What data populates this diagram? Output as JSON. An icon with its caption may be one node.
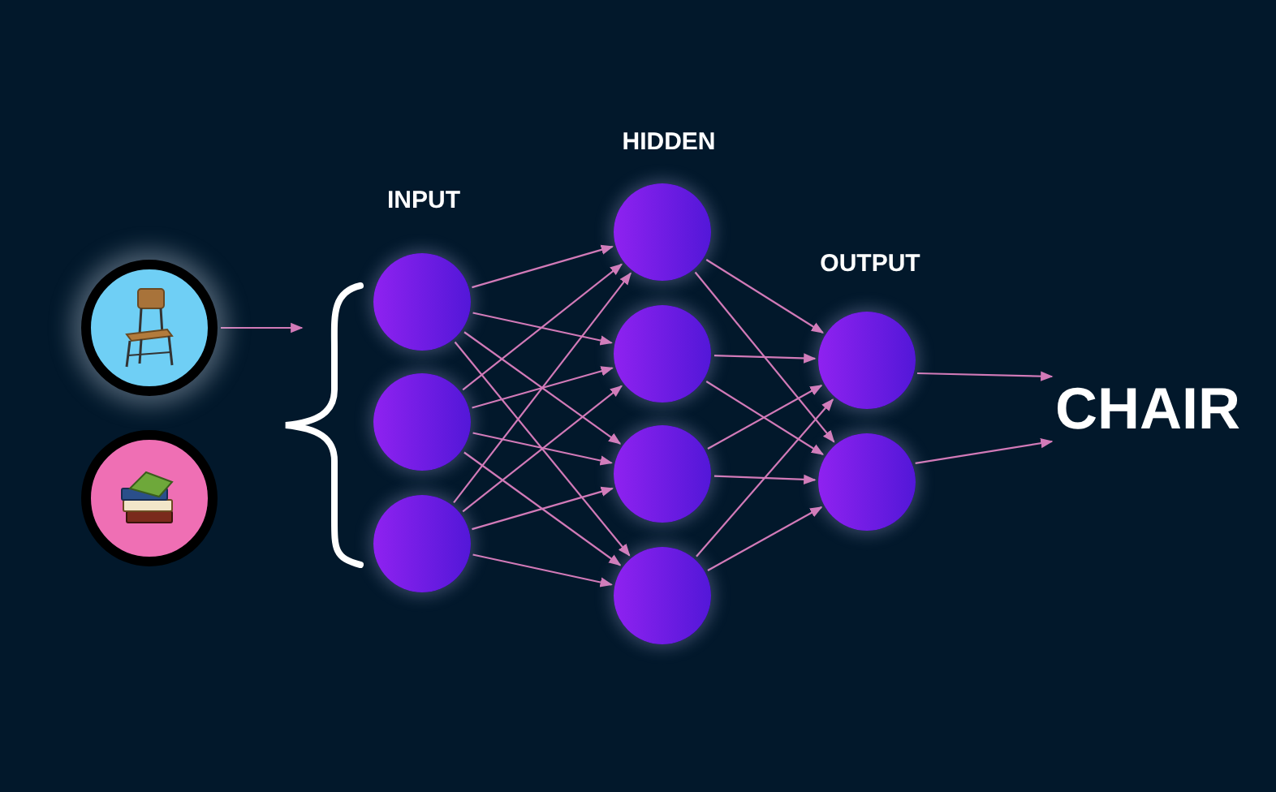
{
  "diagram": {
    "nodes": [
      {
        "text": [],
        "shape": "picture"
      },
      {
        "text": [],
        "shape": "picture"
      },
      {
        "text": [],
        "shape": "circle"
      },
      {
        "text": [],
        "shape": "circle"
      },
      {
        "text": [],
        "shape": "circle"
      },
      {
        "text": [],
        "shape": "circle"
      },
      {
        "text": [],
        "shape": "circle"
      },
      {
        "text": [],
        "shape": "circle"
      },
      {
        "text": [],
        "shape": "circle"
      },
      {
        "text": [],
        "shape": "circle"
      },
      {
        "text": [],
        "shape": "circle"
      },
      {
        "text": [
          "CHAIR"
        ]
      }
    ],
    "edges": [
      {
        "from": 0,
        "to": null,
        "arrow": "to"
      },
      {
        "from": 2,
        "to": 5,
        "arrow": "to"
      },
      {
        "from": 2,
        "to": 6,
        "arrow": "to"
      },
      {
        "from": 2,
        "to": 7,
        "arrow": "to"
      },
      {
        "from": 2,
        "to": 8,
        "arrow": "to"
      },
      {
        "from": 3,
        "to": 5,
        "arrow": "to"
      },
      {
        "from": 3,
        "to": 6,
        "arrow": "to"
      },
      {
        "from": 3,
        "to": 7,
        "arrow": "to"
      },
      {
        "from": 3,
        "to": 8,
        "arrow": "to"
      },
      {
        "from": 4,
        "to": 5,
        "arrow": "to"
      },
      {
        "from": 4,
        "to": 6,
        "arrow": "to"
      },
      {
        "from": 4,
        "to": 7,
        "arrow": "to"
      },
      {
        "from": 4,
        "to": 8,
        "arrow": "to"
      },
      {
        "from": 5,
        "to": 9,
        "arrow": "to"
      },
      {
        "from": 5,
        "to": 10,
        "arrow": "to"
      },
      {
        "from": 6,
        "to": 9,
        "arrow": "to"
      },
      {
        "from": 6,
        "to": 10,
        "arrow": "to"
      },
      {
        "from": 7,
        "to": 9,
        "arrow": "to"
      },
      {
        "from": 7,
        "to": 10,
        "arrow": "to"
      },
      {
        "from": 8,
        "to": 9,
        "arrow": "to"
      },
      {
        "from": 8,
        "to": 10,
        "arrow": "to"
      },
      {
        "from": 9,
        "to": 11,
        "arrow": "to"
      },
      {
        "from": 10,
        "to": 11,
        "arrow": "to"
      }
    ],
    "labels": [
      "HIDDEN",
      "INPUT",
      "OUTPUT"
    ]
  }
}
